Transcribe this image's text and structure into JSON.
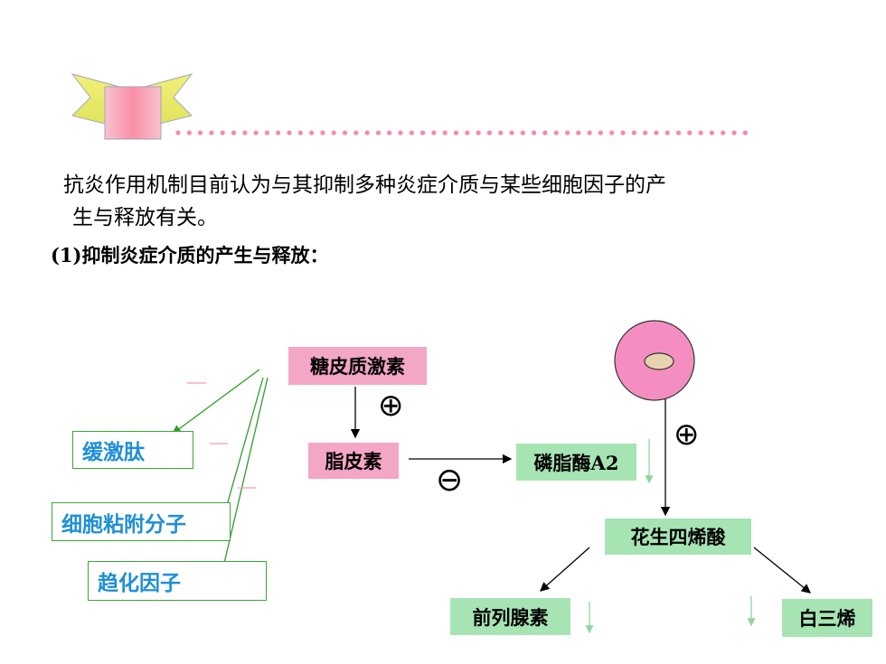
{
  "intro": {
    "line1": "抗炎作用机制目前认为与其抑制多种炎症介质与某些细胞因子的产",
    "line2": "生与释放有关。",
    "line3": "(1)抑制炎症介质的产生与释放："
  },
  "diagram": {
    "glucocorticoid": "糖皮质激素",
    "lipocortin": "脂皮素",
    "phospholipase": "磷脂酶A2",
    "arachidonic": "花生四烯酸",
    "prostaglandin": "前列腺素",
    "leukotriene": "白三烯",
    "bradykinin": "缓激肽",
    "adhesion": "细胞粘附分子",
    "chemotactic": "趋化因子",
    "plus_symbol": "⊕",
    "minus_symbol": "⊖"
  },
  "colors": {
    "pink_box": "#f4a6c6",
    "green_box": "#a6e4b4",
    "blue_text": "#1f8fd6",
    "green_line": "#3aa636"
  }
}
